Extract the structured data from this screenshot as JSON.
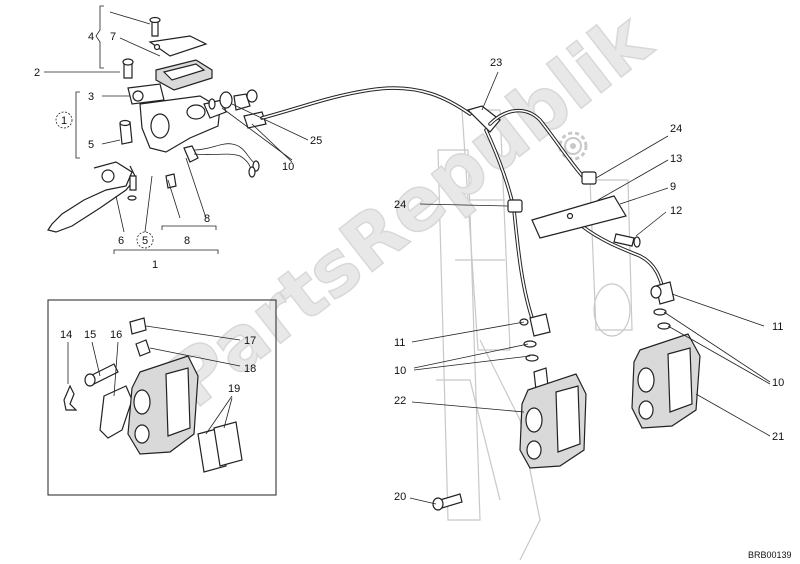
{
  "watermark": "PartsRepublik",
  "reference_code": "BRB00139",
  "gear_icon": "gear-icon",
  "labels": {
    "l1": "1",
    "l1c": "1",
    "l2": "2",
    "l3": "3",
    "l4": "4",
    "l5": "5",
    "l5c": "5",
    "l6": "6",
    "l7": "7",
    "l8": "8",
    "l8b": "8",
    "l9": "9",
    "l10a": "10",
    "l10b": "10",
    "l10c": "10",
    "l11a": "11",
    "l11b": "11",
    "l12": "12",
    "l13": "13",
    "l14": "14",
    "l15": "15",
    "l16": "16",
    "l17": "17",
    "l18": "18",
    "l19": "19",
    "l20": "20",
    "l21": "21",
    "l22": "22",
    "l23": "23",
    "l24a": "24",
    "l24b": "24",
    "l25": "25"
  }
}
